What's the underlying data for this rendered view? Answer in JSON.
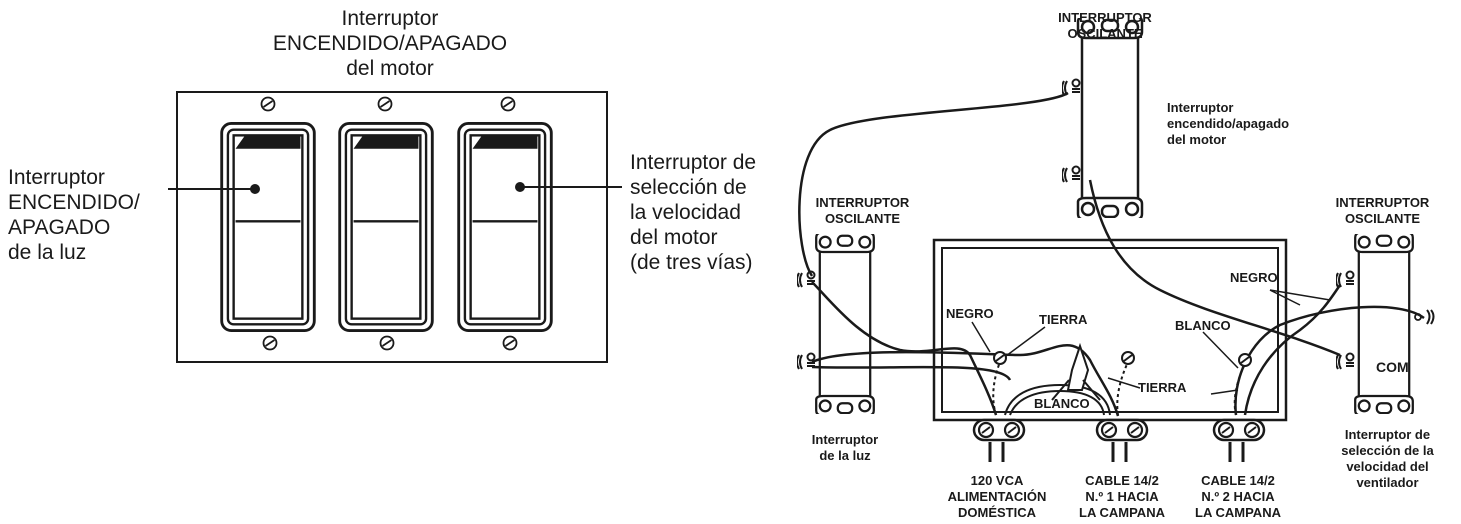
{
  "left_panel": {
    "top_label": [
      "Interruptor",
      "ENCENDIDO/APAGADO",
      "del motor"
    ],
    "left_label": [
      "Interruptor",
      "ENCENDIDO/",
      "APAGADO",
      "de la luz"
    ],
    "right_label": [
      "Interruptor de",
      "selección de",
      "la velocidad",
      "del motor",
      "(de tres vías)"
    ]
  },
  "wiring": {
    "top_switch_title": [
      "INTERRUPTOR",
      "OSCILANTE"
    ],
    "top_switch_desc": [
      "Interruptor",
      "encendido/apagado",
      "del motor"
    ],
    "left_switch_title": [
      "INTERRUPTOR",
      "OSCILANTE"
    ],
    "left_switch_desc": [
      "Interruptor",
      "de la luz"
    ],
    "right_switch_title": [
      "INTERRUPTOR",
      "OSCILANTE"
    ],
    "right_switch_desc": [
      "Interruptor de",
      "selección de la",
      "velocidad del",
      "ventilador"
    ],
    "com_label": "COM",
    "negro_left": "NEGRO",
    "negro_right": "NEGRO",
    "tierra_top": "TIERRA",
    "tierra_right": "TIERRA",
    "blanco_top": "BLANCO",
    "blanco_bottom": "BLANCO",
    "cable_1": [
      "120 VCA",
      "ALIMENTACIÓN",
      "DOMÉSTICA"
    ],
    "cable_2": [
      "CABLE 14/2",
      "N.º 1 HACIA",
      "LA CAMPANA"
    ],
    "cable_3": [
      "CABLE 14/2",
      "N.º 2 HACIA",
      "LA CAMPANA"
    ]
  }
}
